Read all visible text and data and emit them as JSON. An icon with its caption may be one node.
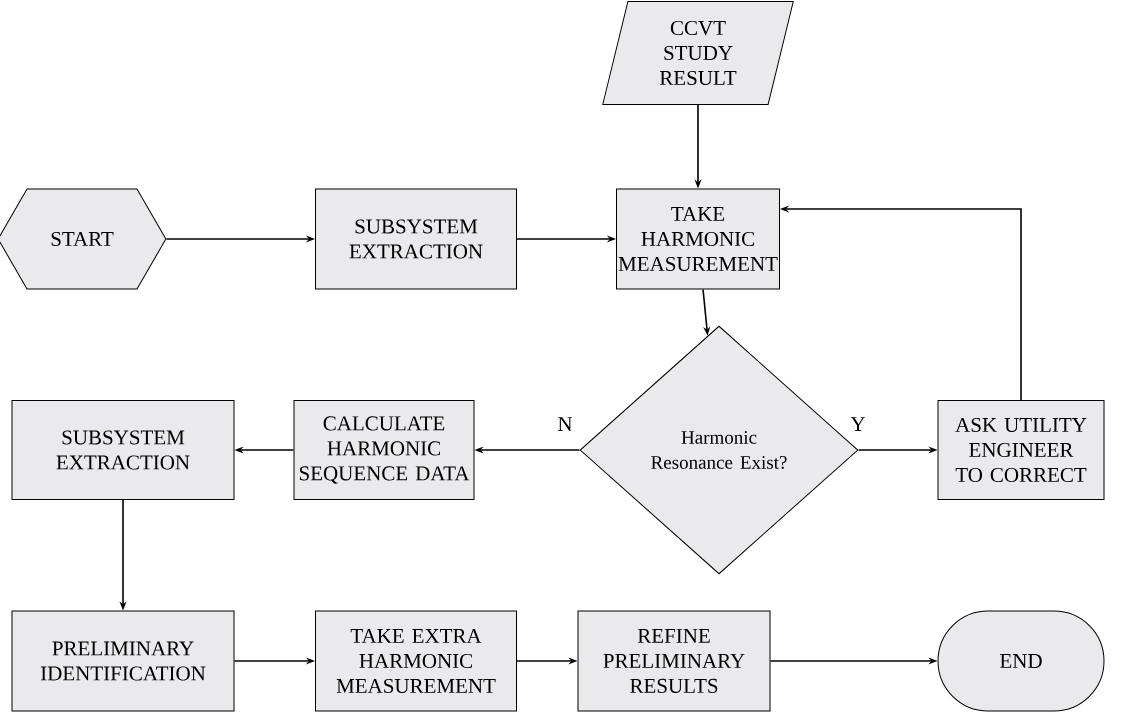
{
  "diagram": {
    "nodes": [
      {
        "text": [
          "START"
        ]
      },
      {
        "text": [
          "SUBSYSTEM EXTRACTION"
        ]
      },
      {
        "text": [
          "CCVT STUDY RESULT"
        ]
      },
      {
        "text": [
          "TAKE HARMONIC MEASUREMENT"
        ]
      },
      {
        "text": [
          "Harmonic Resonance Exist?"
        ]
      },
      {
        "text": [
          "ASK UTILITY ENGINEER TO CORRECT"
        ]
      },
      {
        "text": [
          "CALCULATE HARMONIC SEQUENCE DATA"
        ]
      },
      {
        "text": [
          "SUBSYSTEM EXTRACTION"
        ]
      },
      {
        "text": [
          "PRELIMINARY IDENTIFICATION"
        ]
      },
      {
        "text": [
          "TAKE EXTRA HARMONIC MEASUREMENT"
        ]
      },
      {
        "text": [
          "REFINE PRELIMINARY RESULTS"
        ]
      },
      {
        "text": [
          "END"
        ]
      }
    ],
    "edges": [
      {
        "from": 0,
        "to": 1,
        "arrow": "to"
      },
      {
        "from": 1,
        "to": 3,
        "arrow": "to"
      },
      {
        "from": 2,
        "to": 3,
        "arrow": "to"
      },
      {
        "from": 3,
        "to": 4,
        "arrow": "to"
      },
      {
        "from": 4,
        "to": 6,
        "arrow": "to",
        "label": "N"
      },
      {
        "from": 4,
        "to": 5,
        "arrow": "to",
        "label": "Y"
      },
      {
        "from": 5,
        "to": 3,
        "arrow": "to"
      },
      {
        "from": 6,
        "to": 7,
        "arrow": "to"
      },
      {
        "from": 7,
        "to": 8,
        "arrow": "to"
      },
      {
        "from": 8,
        "to": 9,
        "arrow": "to"
      },
      {
        "from": 9,
        "to": 10,
        "arrow": "to"
      },
      {
        "from": 10,
        "to": 11,
        "arrow": "to"
      }
    ]
  }
}
